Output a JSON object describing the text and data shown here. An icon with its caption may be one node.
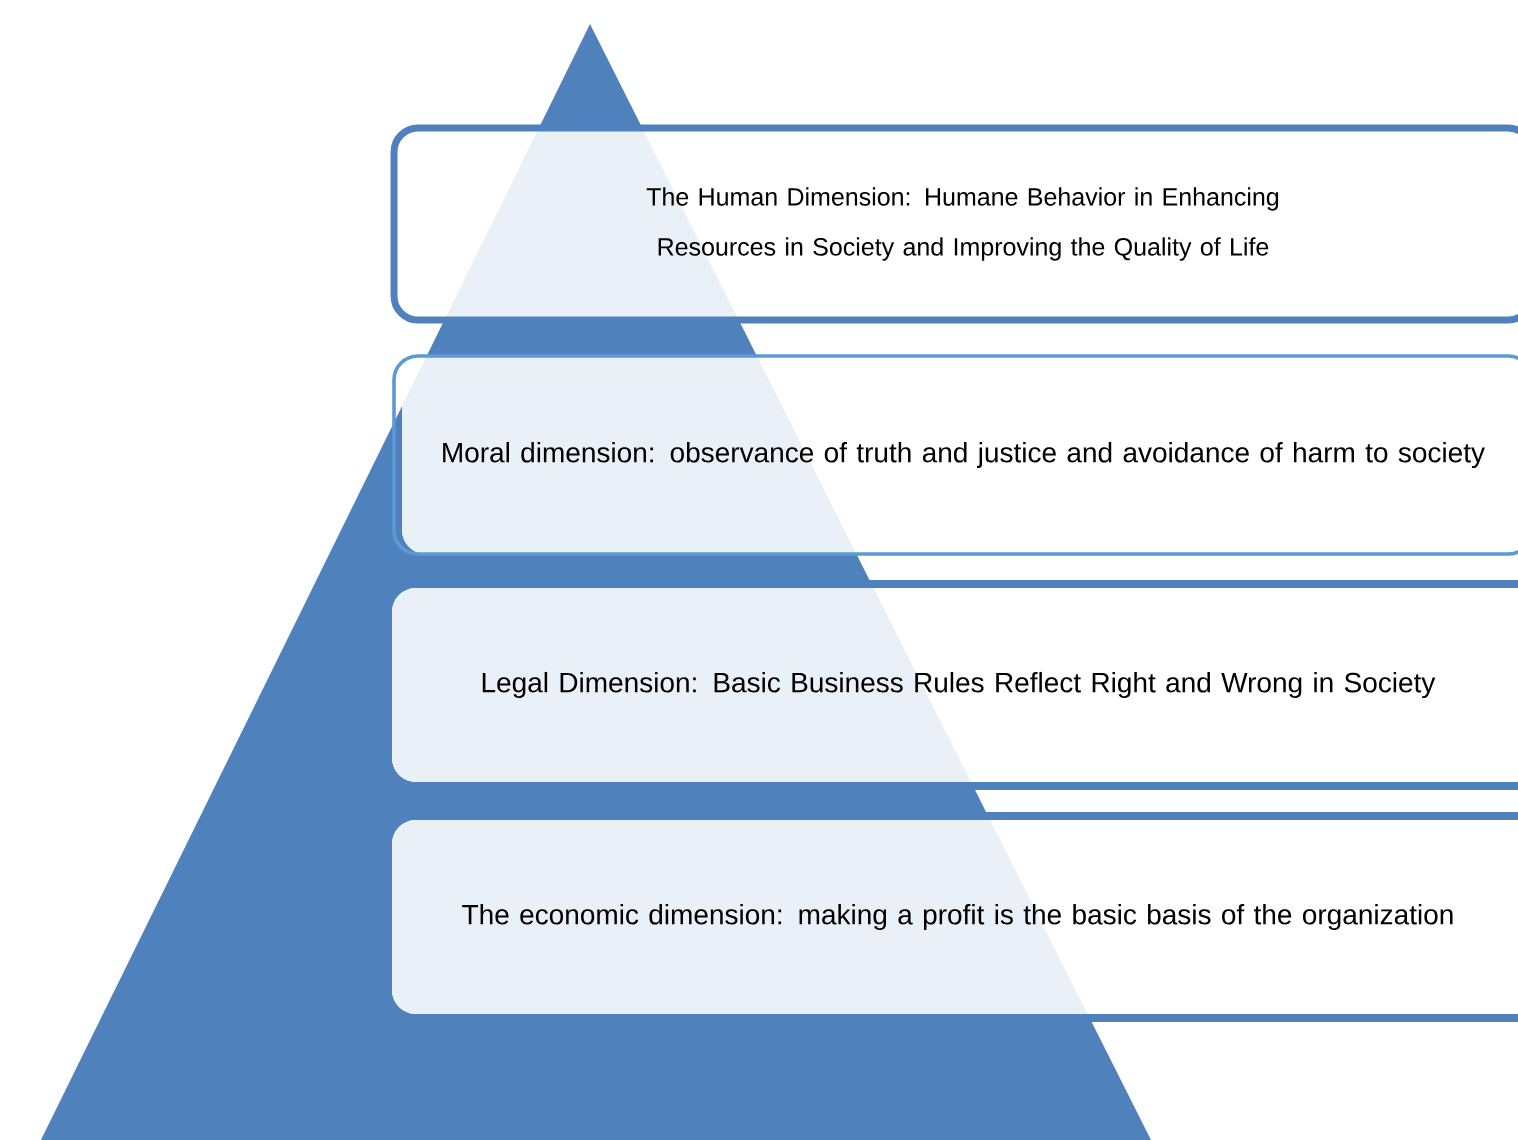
{
  "diagram": {
    "nodes": [
      {
        "text": [
          "The Human Dimension: Humane Behavior in Enhancing Resources in Society and Improving the Quality of Life"
        ]
      },
      {
        "text": [
          "Moral dimension: observance of truth and justice and avoidance of harm to society"
        ]
      },
      {
        "text": [
          "Legal Dimension: Basic Business Rules Reflect Right and Wrong in Society"
        ]
      },
      {
        "text": [
          "The economic dimension: making a profit is the basic basis of the organization"
        ]
      }
    ]
  }
}
